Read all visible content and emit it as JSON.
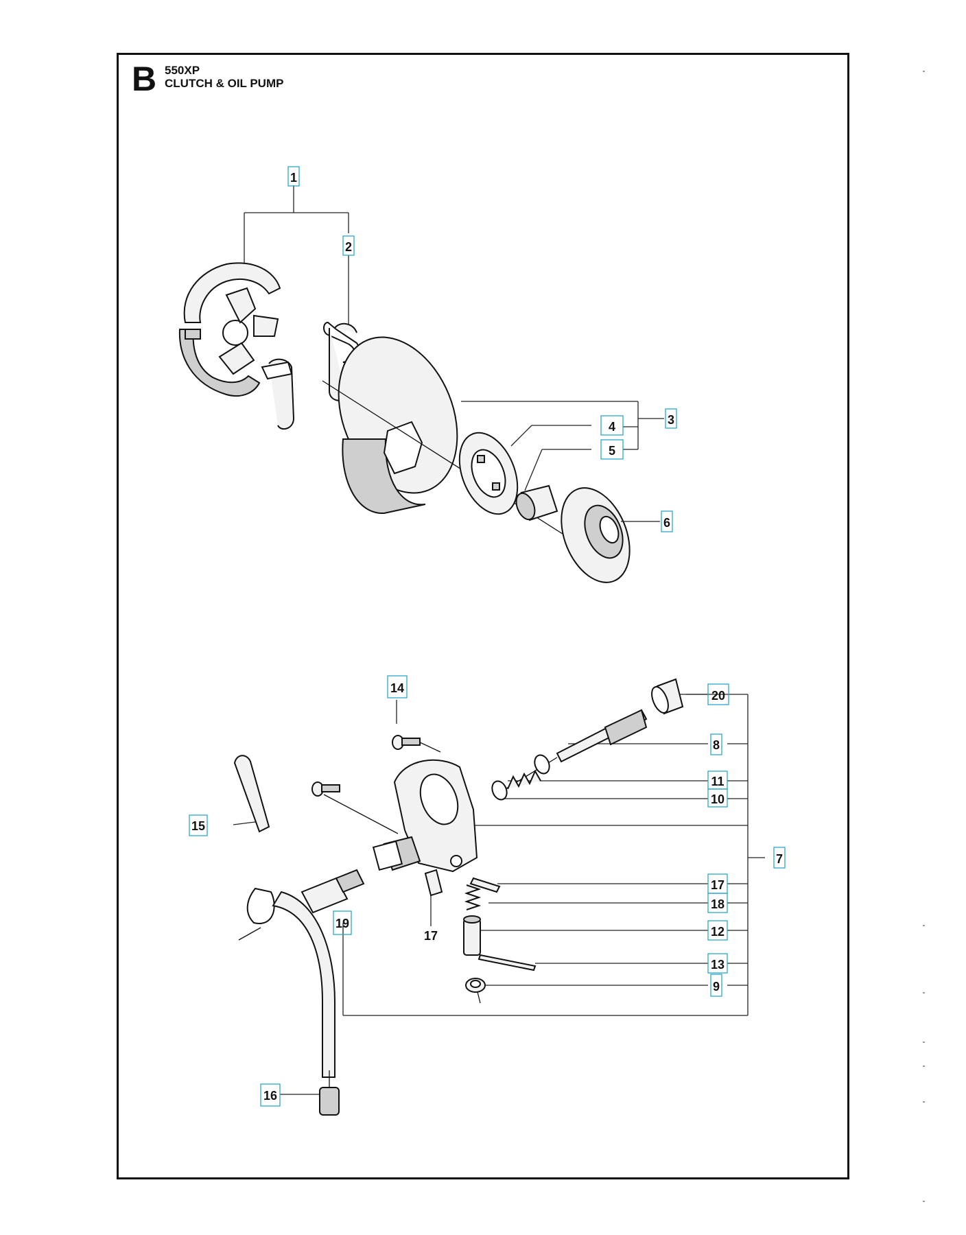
{
  "header": {
    "section_letter": "B",
    "model": "550XP",
    "title": "CLUTCH & OIL PUMP"
  },
  "callouts": {
    "c1": "1",
    "c2": "2",
    "c3": "3",
    "c4": "4",
    "c5": "5",
    "c6": "6",
    "c7": "7",
    "c8": "8",
    "c9": "9",
    "c10": "10",
    "c11": "11",
    "c12": "12",
    "c13": "13",
    "c14": "14",
    "c15": "15",
    "c16": "16",
    "c17": "17",
    "c18": "18",
    "c19": "19",
    "c20": "20",
    "c17b": "17"
  },
  "colors": {
    "callout_box": "#2aa7c9",
    "ink": "#111111"
  }
}
